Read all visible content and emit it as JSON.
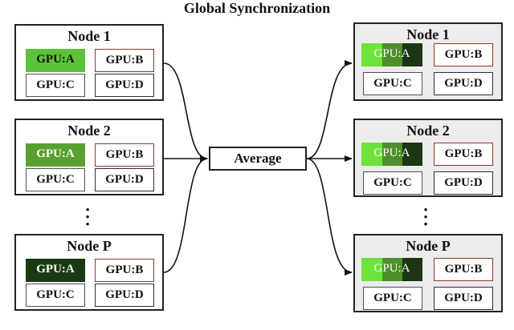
{
  "title": "Global Synchronization",
  "average_label": "Average",
  "input_nodes": [
    {
      "label": "Node 1",
      "gpus": [
        "GPU:A",
        "GPU:B",
        "GPU:C",
        "GPU:D"
      ],
      "gpu_a_color": "#5cc43a",
      "gpu_a_text": "#111111"
    },
    {
      "label": "Node 2",
      "gpus": [
        "GPU:A",
        "GPU:B",
        "GPU:C",
        "GPU:D"
      ],
      "gpu_a_color": "#5aa030",
      "gpu_a_text": "#ffffff"
    },
    {
      "label": "Node P",
      "gpus": [
        "GPU:A",
        "GPU:B",
        "GPU:C",
        "GPU:D"
      ],
      "gpu_a_color": "#1a3a12",
      "gpu_a_text": "#ffffff"
    }
  ],
  "output_nodes": [
    {
      "label": "Node 1",
      "gpus": [
        "GPU:A",
        "GPU:B",
        "GPU:C",
        "GPU:D"
      ]
    },
    {
      "label": "Node 2",
      "gpus": [
        "GPU:A",
        "GPU:B",
        "GPU:C",
        "GPU:D"
      ]
    },
    {
      "label": "Node P",
      "gpus": [
        "GPU:A",
        "GPU:B",
        "GPU:C",
        "GPU:D"
      ]
    }
  ],
  "averaged_segment_colors": [
    "#6ee23a",
    "#4f8f2c",
    "#1c3614"
  ],
  "border_colors": {
    "gpu_b": "#8a3a2a",
    "gpu_c": "#4a4f63",
    "gpu_d": "#243140"
  }
}
